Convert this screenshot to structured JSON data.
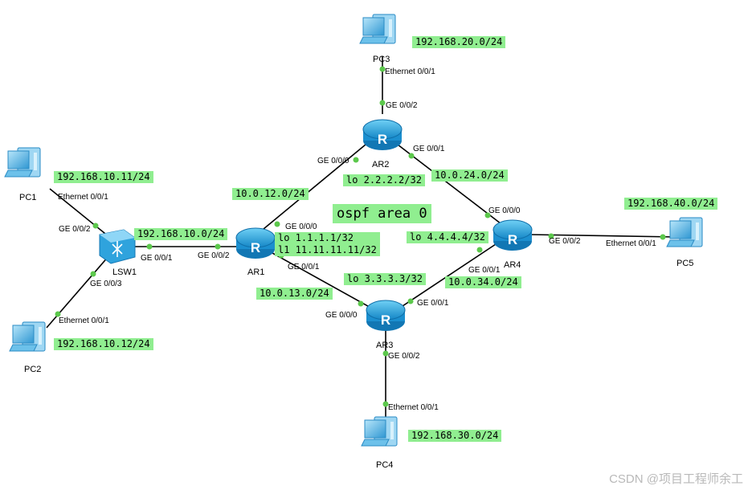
{
  "devices": {
    "pc1": "PC1",
    "pc2": "PC2",
    "pc3": "PC3",
    "pc4": "PC4",
    "pc5": "PC5",
    "lsw1": "LSW1",
    "ar1": "AR1",
    "ar2": "AR2",
    "ar3": "AR3",
    "ar4": "AR4",
    "router_glyph": "R"
  },
  "interfaces": {
    "pc3_eth": "Ethernet 0/0/1",
    "ar2_ge002": "GE 0/0/2",
    "ar2_ge000": "GE 0/0/0",
    "ar2_ge001": "GE 0/0/1",
    "pc1_eth": "Ethernet 0/0/1",
    "lsw1_ge002": "GE 0/0/2",
    "lsw1_ge001": "GE 0/0/1",
    "lsw1_ge003": "GE 0/0/3",
    "ar1_ge002": "GE 0/0/2",
    "ar1_ge000": "GE 0/0/0",
    "ar1_ge001": "GE 0/0/1",
    "pc2_eth": "Ethernet 0/0/1",
    "ar3_ge000": "GE 0/0/0",
    "ar3_ge001": "GE 0/0/1",
    "ar3_ge002": "GE 0/0/2",
    "pc4_eth": "Ethernet 0/0/1",
    "ar4_ge000": "GE 0/0/0",
    "ar4_ge001": "GE 0/0/1",
    "ar4_ge002": "GE 0/0/2",
    "pc5_eth": "Ethernet 0/0/1"
  },
  "tags": {
    "net_pc3": "192.168.20.0/24",
    "pc1_ip": "192.168.10.11/24",
    "pc2_ip": "192.168.10.12/24",
    "net_lan10": "192.168.10.0/24",
    "net_12": "10.0.12.0/24",
    "net_24": "10.0.24.0/24",
    "ar2_lo": "lo 2.2.2.2/32",
    "area": "ospf area 0",
    "ar1_lo0": "lo 1.1.1.1/32",
    "ar1_lo1": "l1 11.11.11.11/32",
    "ar4_lo": "lo 4.4.4.4/32",
    "net_pc5": "192.168.40.0/24",
    "ar3_lo": "lo 3.3.3.3/32",
    "net_34": "10.0.34.0/24",
    "net_13": "10.0.13.0/24",
    "net_pc4": "192.168.30.0/24"
  },
  "watermark": "CSDN @项目工程师余工",
  "colors": {
    "tag_bg": "#90ee90",
    "port_dot": "#5cc84c",
    "router_body": "#29a3dc",
    "pc_body": "#3aa6dc",
    "link": "#000000"
  }
}
